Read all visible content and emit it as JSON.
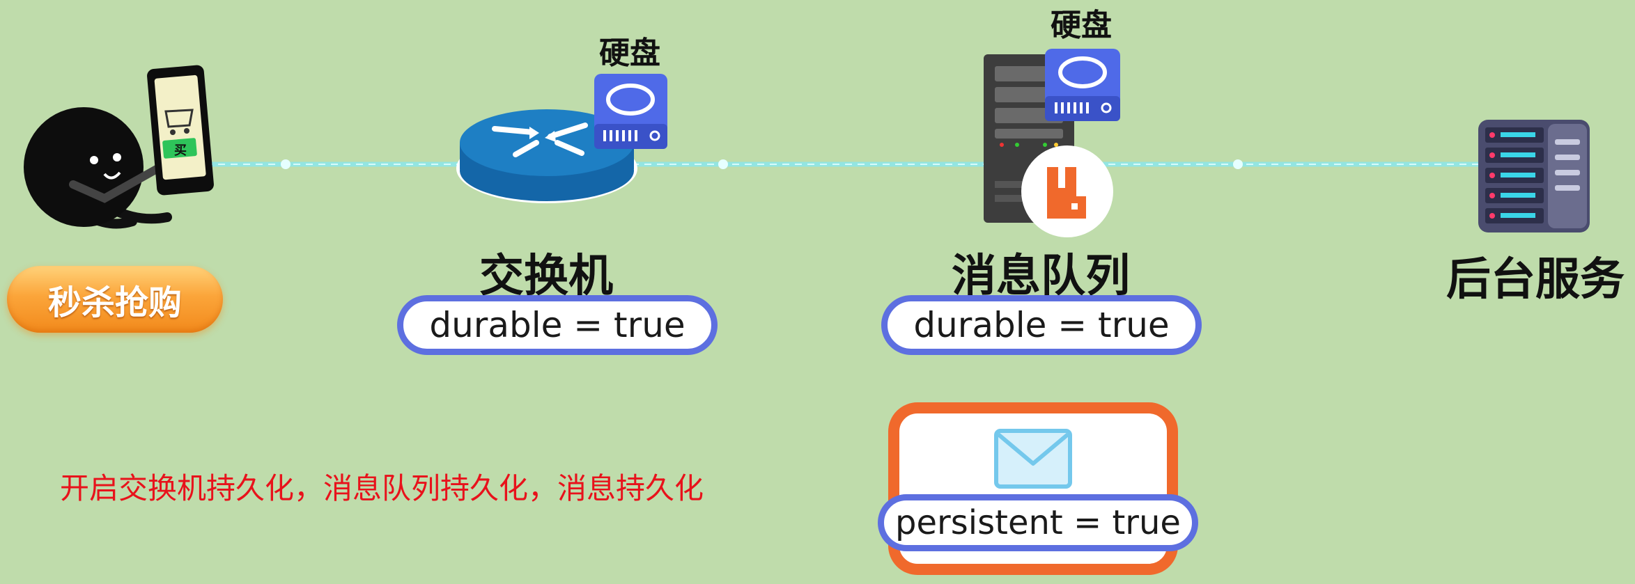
{
  "nodes": {
    "user": {
      "button_label": "秒杀抢购",
      "phone_text": "买"
    },
    "exchange": {
      "name": "交换机",
      "disk_label": "硬盘",
      "prop": "durable = true"
    },
    "queue": {
      "name": "消息队列",
      "disk_label": "硬盘",
      "prop": "durable = true"
    },
    "backend": {
      "name": "后台服务"
    }
  },
  "message": {
    "prop": "persistent = true"
  },
  "note": "开启交换机持久化，消息队列持久化，消息持久化",
  "colors": {
    "background": "#bfdcab",
    "pill_border": "#5d6fe0",
    "disk_blue": "#4f6ae8",
    "router_blue": "#1e7fc4",
    "rabbit_orange": "#f0692c",
    "note_red": "#e8121b",
    "link_line": "#8fe6e8"
  },
  "icons": [
    "user-character-icon",
    "phone-icon",
    "router-icon",
    "disk-icon",
    "server-tower-icon",
    "rabbitmq-logo-icon",
    "server-rack-icon",
    "envelope-icon"
  ]
}
